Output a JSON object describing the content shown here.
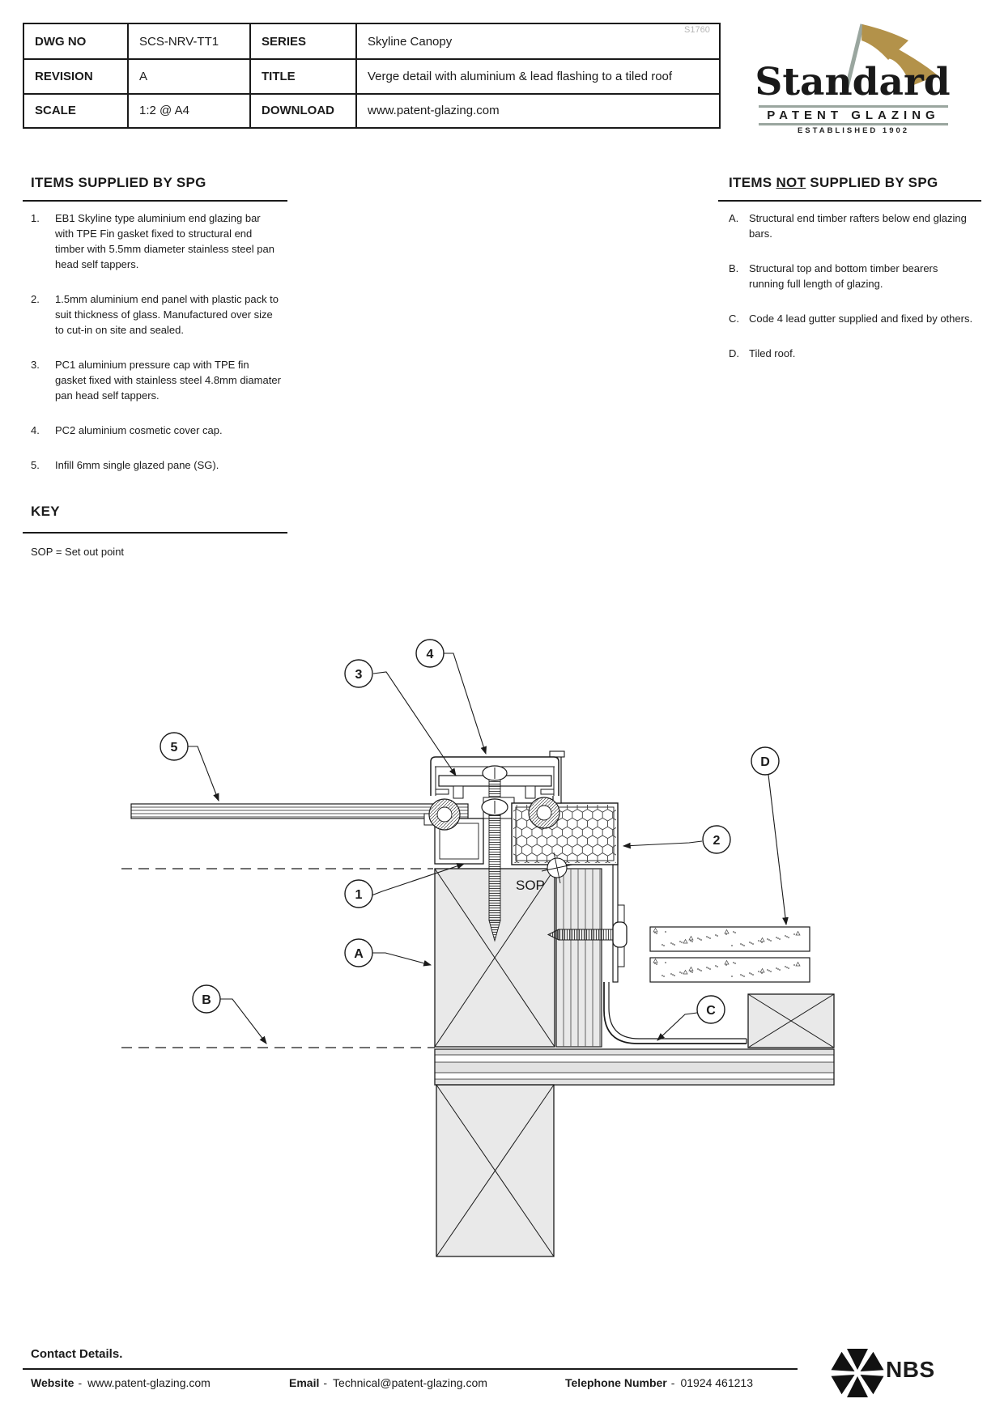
{
  "title_block": {
    "watermark": "S1760",
    "rows": [
      {
        "l1": "DWG NO",
        "v1": "SCS-NRV-TT1",
        "l2": "SERIES",
        "v2": "Skyline Canopy"
      },
      {
        "l1": "REVISION",
        "v1": "A",
        "l2": "TITLE",
        "v2": "Verge detail with aluminium & lead flashing to a tiled roof"
      },
      {
        "l1": "SCALE",
        "v1": "1:2 @ A4",
        "l2": "DOWNLOAD",
        "v2": "www.patent-glazing.com"
      }
    ]
  },
  "logo": {
    "wordmark": "Standard",
    "line1": "PATENT GLAZING",
    "line2": "ESTABLISHED 1902",
    "flag_gold": "#b3924a",
    "pole_grey": "#9aa69f"
  },
  "supplied": {
    "heading": "ITEMS SUPPLIED BY SPG",
    "items": [
      {
        "num": "1.",
        "text": "EB1 Skyline type aluminium end glazing bar with TPE Fin gasket fixed to structural end timber with 5.5mm diameter stainless steel pan head self tappers."
      },
      {
        "num": "2.",
        "text": "1.5mm aluminium end panel with plastic pack to suit thickness of glass. Manufactured over size to cut-in on site and sealed."
      },
      {
        "num": "3.",
        "text": "PC1 aluminium pressure cap with TPE fin gasket fixed with stainless steel 4.8mm diamater pan head self tappers."
      },
      {
        "num": "4.",
        "text": "PC2 aluminium cosmetic cover cap."
      },
      {
        "num": "5.",
        "text": "Infill 6mm single glazed pane (SG)."
      }
    ]
  },
  "not_supplied": {
    "heading_pre": "ITEMS ",
    "heading_not": "NOT",
    "heading_post": " SUPPLIED BY SPG",
    "items": [
      {
        "num": "A.",
        "text": "Structural end timber rafters below end glazing bars."
      },
      {
        "num": "B.",
        "text": "Structural top and bottom timber bearers running full length of glazing."
      },
      {
        "num": "C.",
        "text": "Code 4 lead gutter supplied and fixed by others."
      },
      {
        "num": "D.",
        "text": "Tiled roof."
      }
    ]
  },
  "key": {
    "heading": "KEY",
    "entry": "SOP = Set out point"
  },
  "drawing": {
    "sop": "SOP",
    "callouts": {
      "n1": "1",
      "n2": "2",
      "n3": "3",
      "n4": "4",
      "n5": "5",
      "A": "A",
      "B": "B",
      "C": "C",
      "D": "D"
    }
  },
  "footer": {
    "contact": "Contact Details.",
    "sep": "-",
    "website_label": "Website",
    "website": "www.patent-glazing.com",
    "email_label": "Email",
    "email": "Technical@patent-glazing.com",
    "phone_label": "Telephone Number",
    "phone": "01924 461213",
    "nbs": "NBS"
  }
}
